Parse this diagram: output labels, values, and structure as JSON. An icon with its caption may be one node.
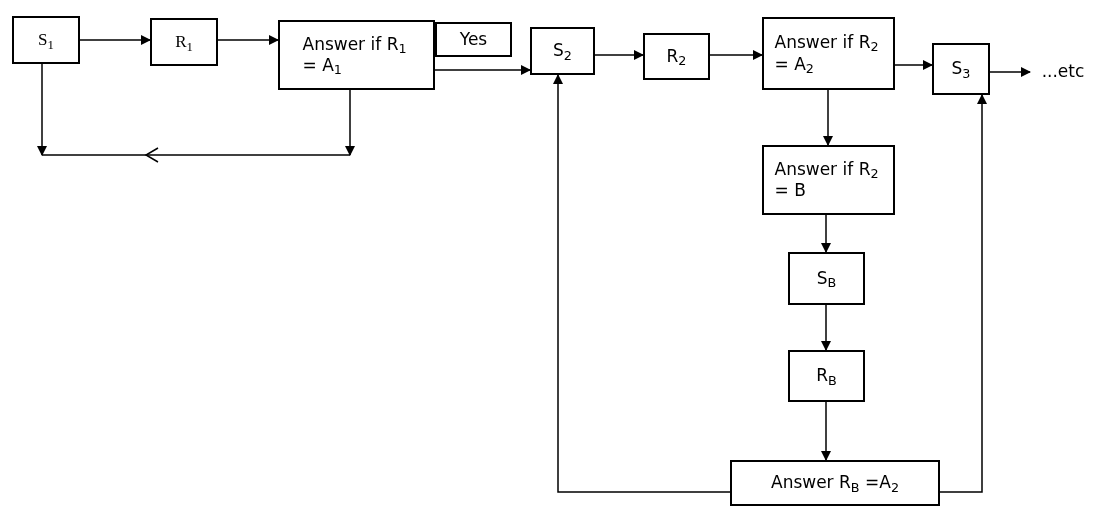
{
  "diagram": {
    "nodes": [
      {
        "text": [
          "S$_{1}$"
        ]
      },
      {
        "text": [
          "R$_{1}$"
        ]
      },
      {
        "text": [
          "Answer if R$_{1}$ = A$_{1}$"
        ]
      },
      {
        "text": [
          "Yes"
        ]
      },
      {
        "text": [
          "S$_{2}$"
        ]
      },
      {
        "text": [
          "R$_{2}$"
        ]
      },
      {
        "text": [
          "Answer if R$_{2}$ = A$_{2}$"
        ]
      },
      {
        "text": [
          "S$_{3}$"
        ]
      },
      {
        "text": [
          "...etc"
        ]
      },
      {
        "text": [
          "Answer if R$_{2}$ = B"
        ]
      },
      {
        "text": [
          "S$_{B}$"
        ]
      },
      {
        "text": [
          "R$_{B}$"
        ]
      },
      {
        "text": [
          "Answer R$_{B}$ =A$_{2}$"
        ]
      }
    ],
    "edges": [
      {
        "from": 0,
        "to": 1,
        "arrow": "to"
      },
      {
        "from": 1,
        "to": 2,
        "arrow": "to"
      },
      {
        "from": 2,
        "to": 4,
        "arrow": "to"
      },
      {
        "from": 4,
        "to": 5,
        "arrow": "to"
      },
      {
        "from": 5,
        "to": 6,
        "arrow": "to"
      },
      {
        "from": 6,
        "to": 7,
        "arrow": "to"
      },
      {
        "from": 7,
        "to": 8,
        "arrow": "to"
      },
      {
        "from": 6,
        "to": 9,
        "arrow": "to"
      },
      {
        "from": 9,
        "to": 10,
        "arrow": "to"
      },
      {
        "from": 10,
        "to": 11,
        "arrow": "to"
      },
      {
        "from": 11,
        "to": 12,
        "arrow": "to"
      },
      {
        "from": 12,
        "to": 4,
        "arrow": "to"
      },
      {
        "from": 12,
        "to": 7,
        "arrow": "to"
      },
      {
        "from": 0,
        "to": null,
        "arrow": "to"
      },
      {
        "from": 2,
        "to": null,
        "arrow": "to"
      }
    ]
  }
}
